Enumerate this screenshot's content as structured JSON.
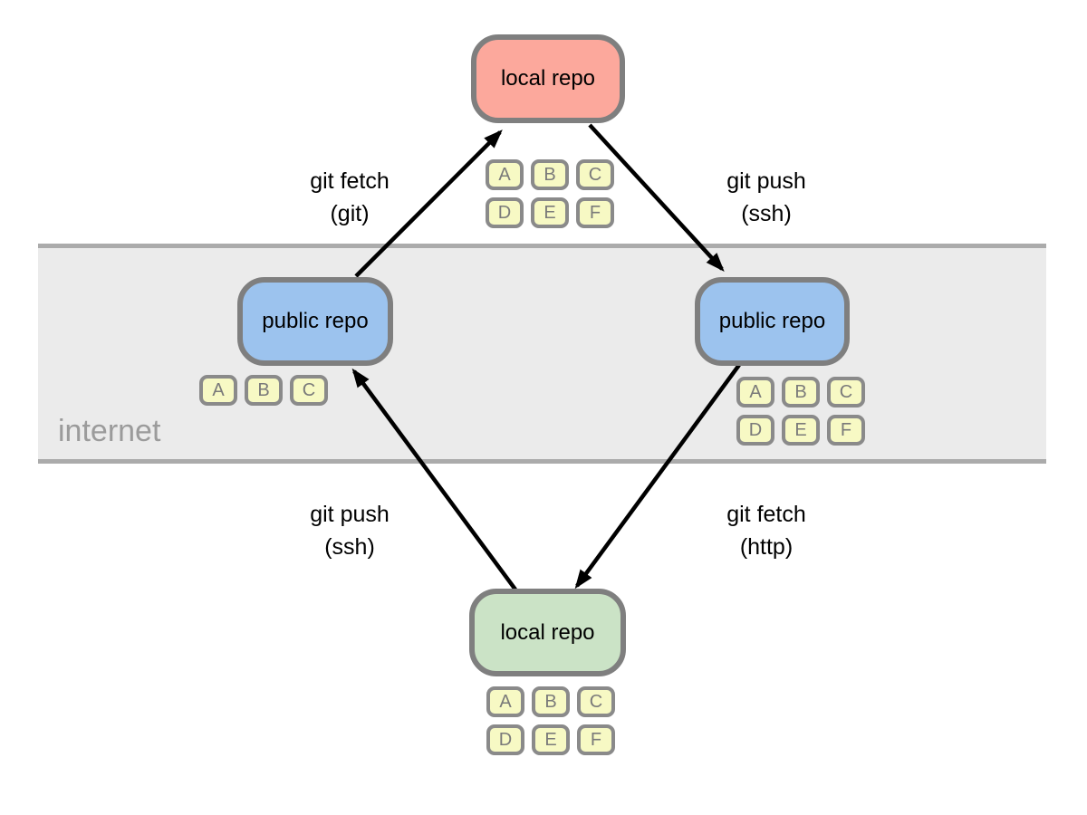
{
  "diagram": {
    "band": {
      "label": "internet"
    },
    "nodes": {
      "local_top": {
        "label": "local repo"
      },
      "public_left": {
        "label": "public repo"
      },
      "public_right": {
        "label": "public repo"
      },
      "local_bottom": {
        "label": "local repo"
      }
    },
    "edges": {
      "fetch_git": {
        "line1": "git fetch",
        "line2": "(git)",
        "from": "public_left",
        "to": "local_top"
      },
      "push_ssh_top": {
        "line1": "git push",
        "line2": "(ssh)",
        "from": "local_top",
        "to": "public_right"
      },
      "push_ssh_bottom": {
        "line1": "git push",
        "line2": "(ssh)",
        "from": "local_bottom",
        "to": "public_left"
      },
      "fetch_http": {
        "line1": "git fetch",
        "line2": "(http)",
        "from": "public_right",
        "to": "local_bottom"
      }
    },
    "commits": {
      "local_top": [
        "A",
        "B",
        "C",
        "D",
        "E",
        "F"
      ],
      "public_left": [
        "A",
        "B",
        "C"
      ],
      "public_right": [
        "A",
        "B",
        "C",
        "D",
        "E",
        "F"
      ],
      "local_bottom": [
        "A",
        "B",
        "C",
        "D",
        "E",
        "F"
      ]
    },
    "colors": {
      "local_top_fill": "#FCA89C",
      "public_fill": "#9CC3EE",
      "local_bottom_fill": "#CBE3C6",
      "commit_fill": "#F7F9C4",
      "commit_border": "#8A8A8A",
      "commit_letter": "#7A7A7A",
      "node_border": "#7F7F7F",
      "band_fill": "#EBEBEB",
      "band_border": "#ABABAB",
      "band_label": "#9B9B9B",
      "arrow": "#000000"
    }
  }
}
